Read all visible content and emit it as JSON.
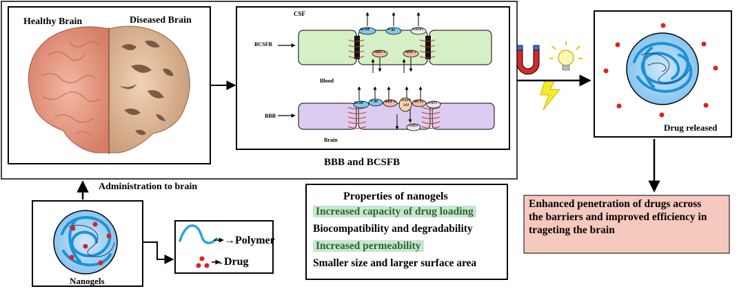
{
  "brain_panel": {
    "healthy_label": "Healthy Brain",
    "diseased_label": "Diseased Brain"
  },
  "barrier_diagram": {
    "csf_label": "CSF",
    "bcsfb_label": "BCSFB",
    "blood_label": "Blood",
    "bbb_label": "BBB",
    "brain_label": "Brain",
    "transporters_top": [
      "BCRP",
      "P-gp",
      "OATP3"
    ],
    "transporters_top_bottom": [
      "MRP-1",
      "MRP-1"
    ],
    "transporters_bbb": [
      "BCRP",
      "P-gp",
      "MRP-4",
      "OATP 1A2",
      "MCT1",
      "OAT3"
    ],
    "transporter_bbb_lower": "OAT3",
    "caption": "BBB and BCSFB"
  },
  "stimuli": {
    "magnet_icon": "magnet-icon",
    "light_icon": "lightbulb-icon",
    "electric_icon": "lightning-icon"
  },
  "drug_release_panel": {
    "label": "Drug released"
  },
  "outcome_box": {
    "text_lines": [
      "Enhanced penetration of drugs across",
      "the barriers and improved efficiency in",
      "trageting the brain"
    ],
    "background": "#f6c9bf"
  },
  "administration_label": "Administration to brain",
  "nanogel_panel": {
    "label": "Nanogels"
  },
  "legend": {
    "polymer_label": "Polymer",
    "drug_label": "Drug",
    "polymer_color": "#29a3e0",
    "drug_color": "#e02020"
  },
  "properties_box": {
    "title": "Properties of nanogels",
    "items": [
      {
        "text": "Increased capacity of drug loading",
        "highlight": true
      },
      {
        "text": "Biocompatibility and degradability",
        "highlight": false
      },
      {
        "text": "Increased permeability",
        "highlight": true
      },
      {
        "text": "Smaller size and larger surface area",
        "highlight": false
      }
    ],
    "highlight_color": "#c9e6cf"
  }
}
